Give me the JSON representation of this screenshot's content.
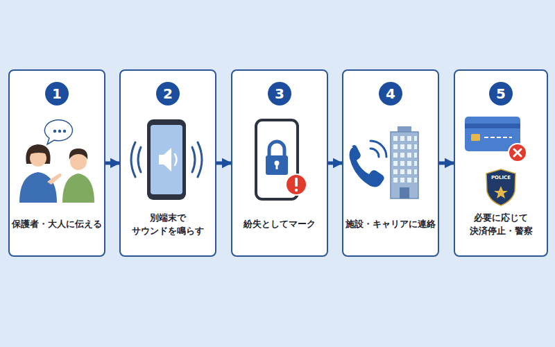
{
  "diagram": {
    "nodes": [
      {
        "text": [
          "1",
          "保護者・大人に伝える"
        ]
      },
      {
        "text": [
          "2",
          "別端末で サウンドを鳴らす"
        ]
      },
      {
        "text": [
          "3",
          "紛失としてマーク"
        ]
      },
      {
        "text": [
          "4",
          "施設・キャリアに連絡"
        ]
      },
      {
        "text": [
          "5",
          "必要に応じて 決済停止・警察"
        ]
      }
    ],
    "edges": [
      {
        "from": 0,
        "to": 1,
        "arrow": "to"
      },
      {
        "from": 1,
        "to": 2,
        "arrow": "to"
      },
      {
        "from": 2,
        "to": 3,
        "arrow": "to"
      },
      {
        "from": 3,
        "to": 4,
        "arrow": "to"
      }
    ],
    "labels": [
      "POLICE"
    ]
  }
}
